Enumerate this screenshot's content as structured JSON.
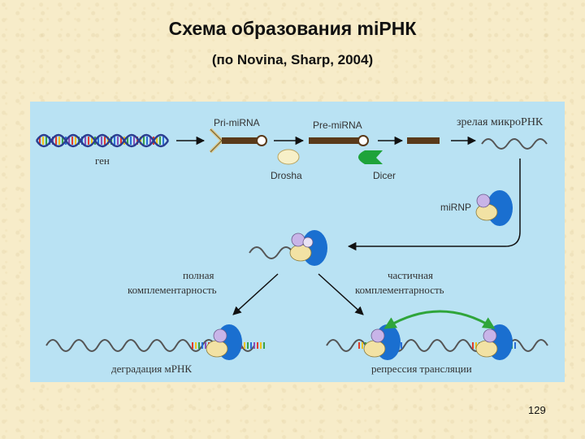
{
  "slide": {
    "title": "Схема образования miРНК",
    "subtitle": "(по Novina, Sharp, 2004)",
    "page_number": "129"
  },
  "diagram": {
    "background_color": "#b9e2f3",
    "labels": {
      "gene": "ген",
      "pri_mirna": "Pri-miRNA",
      "pre_mirna": "Pre-miRNA",
      "mature_mirna": "зрелая микроРНК",
      "drosha": "Drosha",
      "dicer": "Dicer",
      "mirnp": "miRNP",
      "full_line1": "полная",
      "full_line2": "комплементарность",
      "partial_line1": "частичная",
      "partial_line2": "комплементарность",
      "degradation": "деградация мРНК",
      "repression": "репрессия трансляции"
    },
    "colors": {
      "rna_strand": "#5a3a1a",
      "dicer": "#1ea33a",
      "protein_blue": "#1a6fd0",
      "protein_lilac": "#c8b4e8",
      "protein_cream": "#f2e2a4",
      "arrow_green": "#2fa53a"
    }
  }
}
